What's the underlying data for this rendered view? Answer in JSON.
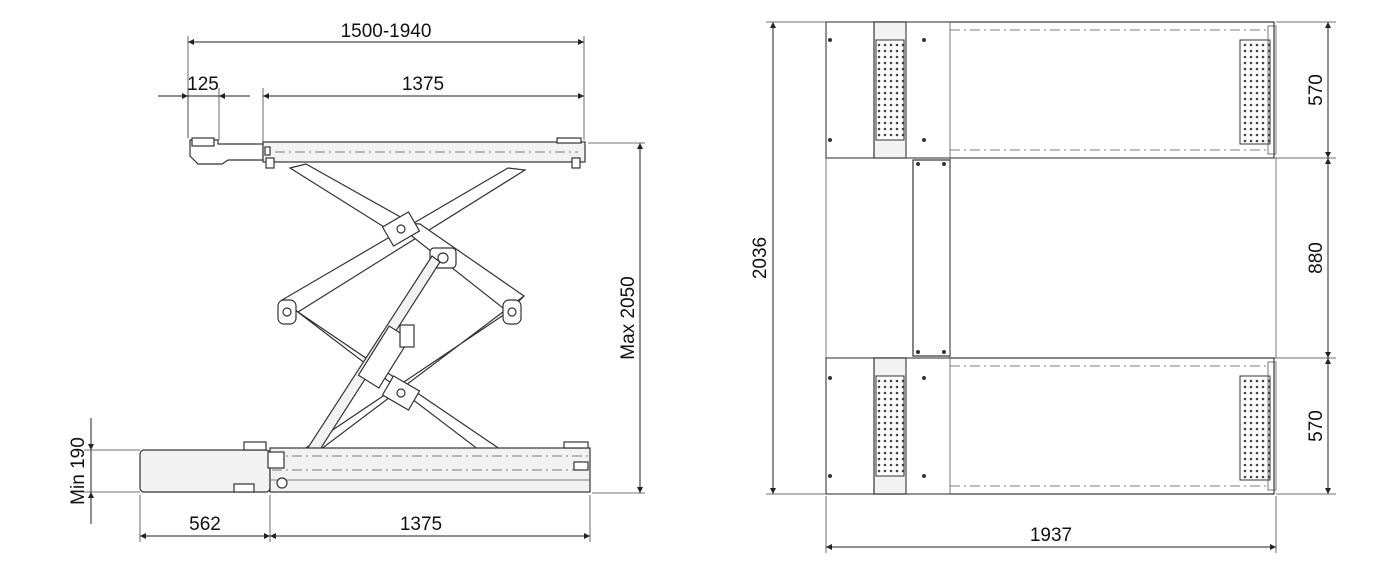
{
  "side_view": {
    "overall_width": "1500-1940",
    "extension": "125",
    "platform_length_top": "1375",
    "base_length": "562",
    "platform_length_bottom": "1375",
    "max_height": "Max 2050",
    "min_height": "Min 190"
  },
  "top_view": {
    "total_width": "2036",
    "runway_width_top": "570",
    "gap_width": "880",
    "runway_width_bottom": "570",
    "total_length": "1937"
  }
}
